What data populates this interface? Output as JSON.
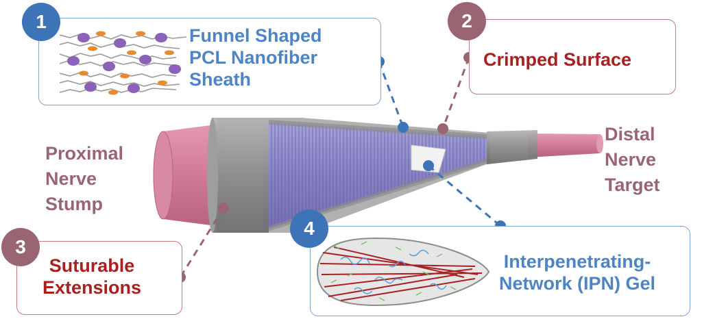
{
  "callouts": [
    {
      "number": "1",
      "label": "Funnel Shaped\nPCL Nanofiber\nSheath"
    },
    {
      "number": "2",
      "label": "Crimped Surface"
    },
    {
      "number": "3",
      "label": "Suturable\nExtensions"
    },
    {
      "number": "4",
      "label": "Interpenetrating-\nNetwork (IPN) Gel"
    }
  ],
  "proximal_label": "Proximal\nNerve\nStump",
  "distal_label": "Distal\nNerve\nTarget",
  "colors": {
    "blue_accent": "#3d74b8",
    "mauve_accent": "#9a6572",
    "red_text": "#a82020",
    "nerve_pink": "#d07a95",
    "sheath_purple": "#8a86c8"
  }
}
